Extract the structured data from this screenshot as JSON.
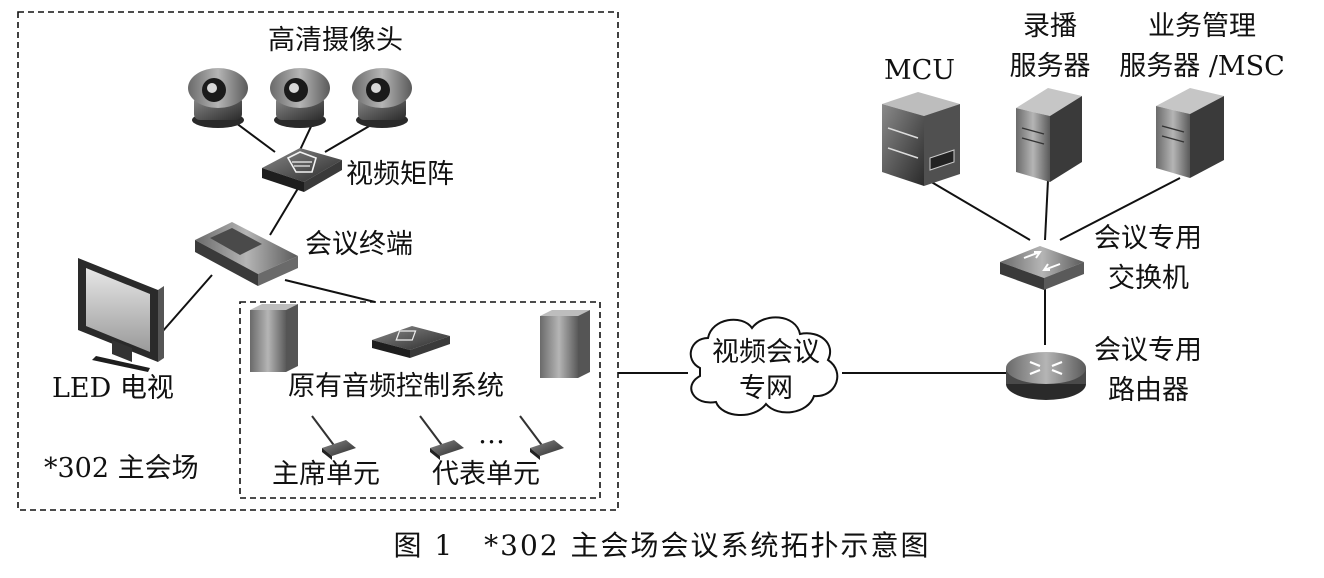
{
  "labels": {
    "hd_camera": "高清摄像头",
    "video_matrix": "视频矩阵",
    "conf_terminal": "会议终端",
    "led_tv": "LED 电视",
    "audio_system": "原有音频控制系统",
    "chair_unit": "主席单元",
    "delegate_unit": "代表单元",
    "ellipsis": "…",
    "main_venue": "*302 主会场",
    "cloud_line1": "视频会议",
    "cloud_line2": "专网",
    "mcu": "MCU",
    "rec_line1": "录播",
    "rec_line2": "服务器",
    "biz_line1": "业务管理",
    "biz_line2": "服务器 /MSC",
    "switch_line1": "会议专用",
    "switch_line2": "交换机",
    "router_line1": "会议专用",
    "router_line2": "路由器"
  },
  "caption": "图 1　*302 主会场会议系统拓扑示意图",
  "icons": [
    "camera-icon",
    "camera-icon",
    "camera-icon",
    "video-matrix-icon",
    "conference-terminal-icon",
    "led-tv-icon",
    "speaker-icon",
    "speaker-icon",
    "audio-processor-icon",
    "microphone-icon",
    "microphone-icon",
    "cloud-icon",
    "mcu-server-icon",
    "recording-server-icon",
    "management-server-icon",
    "network-switch-icon",
    "router-icon"
  ],
  "colors": {
    "line": "#111111",
    "device_dark": "#3a3a3a",
    "device_mid": "#7a7a7a",
    "device_light": "#c9c9c9"
  }
}
